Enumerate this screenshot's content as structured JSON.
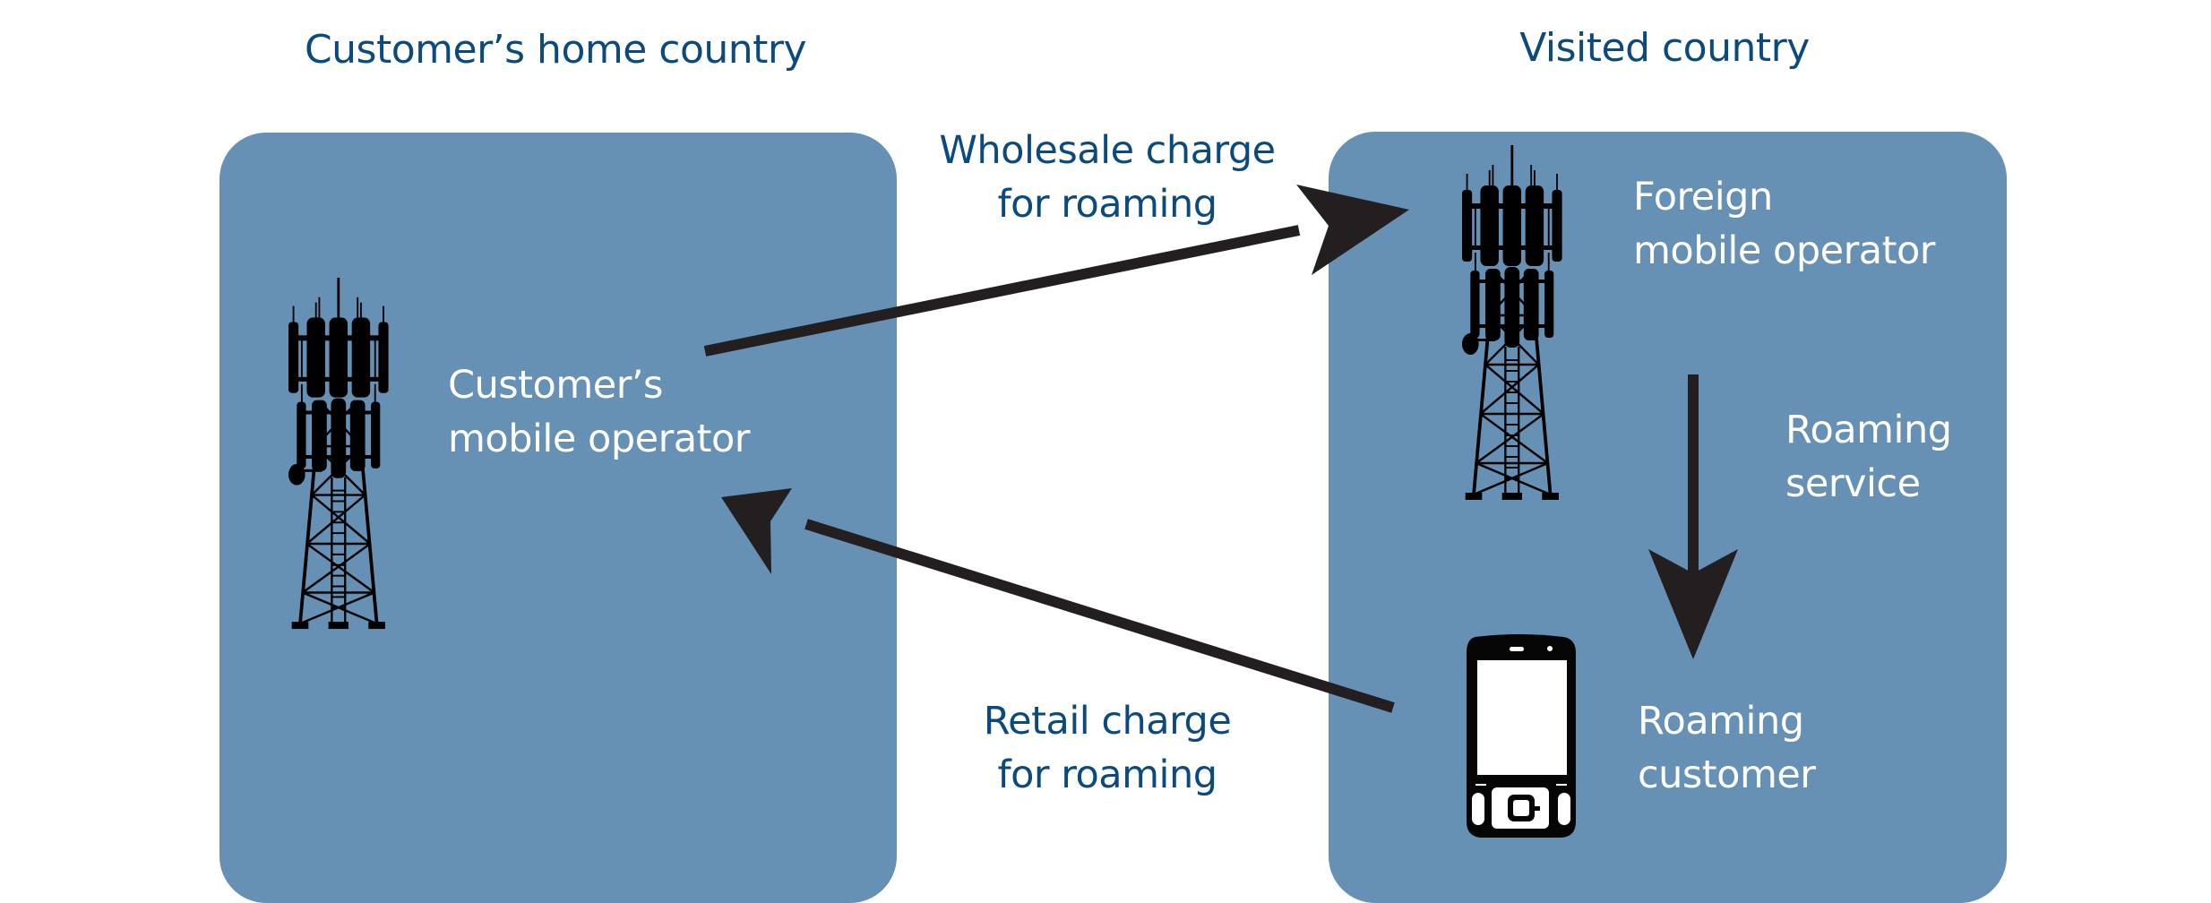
{
  "colors": {
    "box_fill": "#6690b4",
    "title_text": "#0c4a7e",
    "box_text": "#ffffff",
    "arrow": "#231f20",
    "icon": "#000000"
  },
  "regions": {
    "home": {
      "title": "Customer’s home country",
      "operator_label": [
        "Customer’s",
        "mobile operator"
      ],
      "icon": "cell-tower-icon"
    },
    "visited": {
      "title": "Visited country",
      "operator_label": [
        "Foreign",
        "mobile operator"
      ],
      "service_label": [
        "Roaming",
        "service"
      ],
      "customer_label": [
        "Roaming",
        "customer"
      ],
      "icons": [
        "cell-tower-icon",
        "mobile-phone-icon"
      ]
    }
  },
  "flows": {
    "wholesale": {
      "label": [
        "Wholesale charge",
        "for roaming"
      ],
      "from": "Customer’s mobile operator",
      "to": "Foreign mobile operator"
    },
    "retail": {
      "label": [
        "Retail charge",
        "for roaming"
      ],
      "from": "Roaming customer",
      "to": "Customer’s mobile operator"
    },
    "service": {
      "label": [
        "Roaming",
        "service"
      ],
      "from": "Foreign mobile operator",
      "to": "Roaming customer"
    }
  }
}
